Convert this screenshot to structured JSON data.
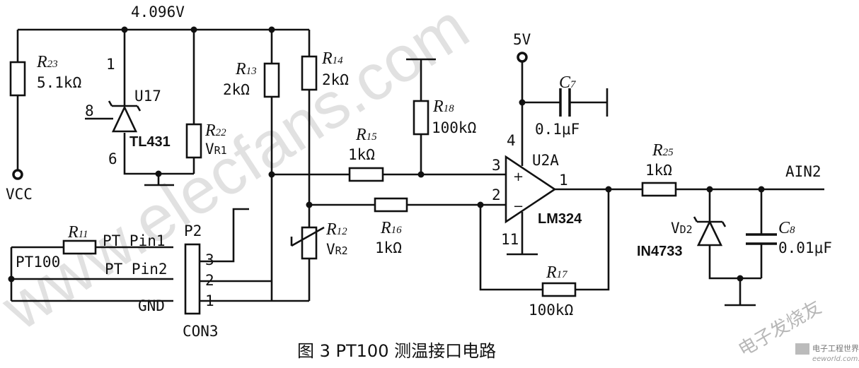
{
  "watermark": {
    "text": "www.elecfans.com",
    "cn": "电子发烧友",
    "logo": "电子工程世界",
    "logo_sub": "eeworld.com.cn"
  },
  "caption": "图 3  PT100 测温接口电路",
  "nets": {
    "ref_v": "4.096V",
    "supply": "5V",
    "vcc": "VCC",
    "out": "AIN2"
  },
  "resistors": {
    "r23": {
      "ref": "R",
      "sub": "23",
      "val": "5.1kΩ"
    },
    "r13": {
      "ref": "R",
      "sub": "13",
      "val": "2kΩ"
    },
    "r14": {
      "ref": "R",
      "sub": "14",
      "val": "2kΩ"
    },
    "r18": {
      "ref": "R",
      "sub": "18",
      "val": "100kΩ"
    },
    "r15": {
      "ref": "R",
      "sub": "15",
      "val": "1kΩ"
    },
    "r16": {
      "ref": "R",
      "sub": "16",
      "val": "1kΩ"
    },
    "r17": {
      "ref": "R",
      "sub": "17",
      "val": "100kΩ"
    },
    "r25": {
      "ref": "R",
      "sub": "25",
      "val": "1kΩ"
    },
    "r11": {
      "ref": "R",
      "sub": "11"
    },
    "r22": {
      "ref": "R",
      "sub": "22",
      "val_main": "V",
      "val_sub": "R1"
    },
    "r12": {
      "ref": "R",
      "sub": "12",
      "val_main": "V",
      "val_sub": "R2"
    }
  },
  "caps": {
    "c7": {
      "ref": "C",
      "sub": "7",
      "val": "0.1μF"
    },
    "c8": {
      "ref": "C",
      "sub": "8",
      "val": "0.01μF"
    }
  },
  "u17": {
    "ref": "U17",
    "part": "TL431",
    "pin1": "1",
    "pin8": "8",
    "pin6": "6"
  },
  "opamp": {
    "ref": "U2A",
    "part": "LM324",
    "pin4": "4",
    "pin3": "3",
    "pin2": "2",
    "pin1": "1",
    "pin11": "11",
    "plus": "+",
    "minus": "−"
  },
  "zener": {
    "ref_main": "V",
    "ref_sub": "D2",
    "part": "IN4733"
  },
  "connector": {
    "ref": "P2",
    "name": "CON3",
    "pin3": "3",
    "pin2": "2",
    "pin1": "1"
  },
  "sensor": {
    "name": "PT100",
    "pin1": "PT Pin1",
    "pin2": "PT Pin2",
    "gnd": "GND"
  }
}
